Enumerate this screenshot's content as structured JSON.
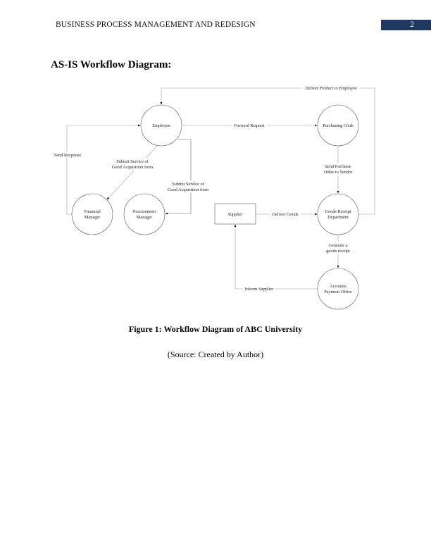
{
  "header": {
    "running_title": "BUSINESS PROCESS MANAGEMENT AND REDESIGN",
    "page_number": "2",
    "page_number_bg": "#1f3864"
  },
  "section_heading": "AS-IS Workflow Diagram:",
  "diagram": {
    "nodes": {
      "employee": [
        "Employee"
      ],
      "purchasing_clerk": [
        "Purchasing Clerk"
      ],
      "financial_manager": [
        "Financial",
        "Manager"
      ],
      "procurement_manager": [
        "Procurement",
        "Manager"
      ],
      "supplier": [
        "Supplier"
      ],
      "goods_receipt": [
        "Goods Receipt",
        "Department"
      ],
      "accounts_payment": [
        "Accounts",
        "Payment Office"
      ]
    },
    "edges": {
      "deliver_product": [
        "Deliver Product to Employee"
      ],
      "forward_request": [
        "Forward Request"
      ],
      "send_response": [
        "Send Response"
      ],
      "submit_to_financial": [
        "Submit Service of",
        "Good Acquisition form"
      ],
      "submit_to_procurement": [
        "Submit Service of",
        "Good Acquisition form"
      ],
      "send_purchase_order": [
        "Send Purchase",
        "Order to Vendor"
      ],
      "deliver_goods": [
        "Deliver Goods"
      ],
      "generate_receipt": [
        "Generate a",
        "goods receipt"
      ],
      "inform_supplier": [
        "Inform Supplier"
      ]
    }
  },
  "figure_caption": "Figure 1: Workflow Diagram of ABC University",
  "figure_source": "(Source: Created by Author)"
}
